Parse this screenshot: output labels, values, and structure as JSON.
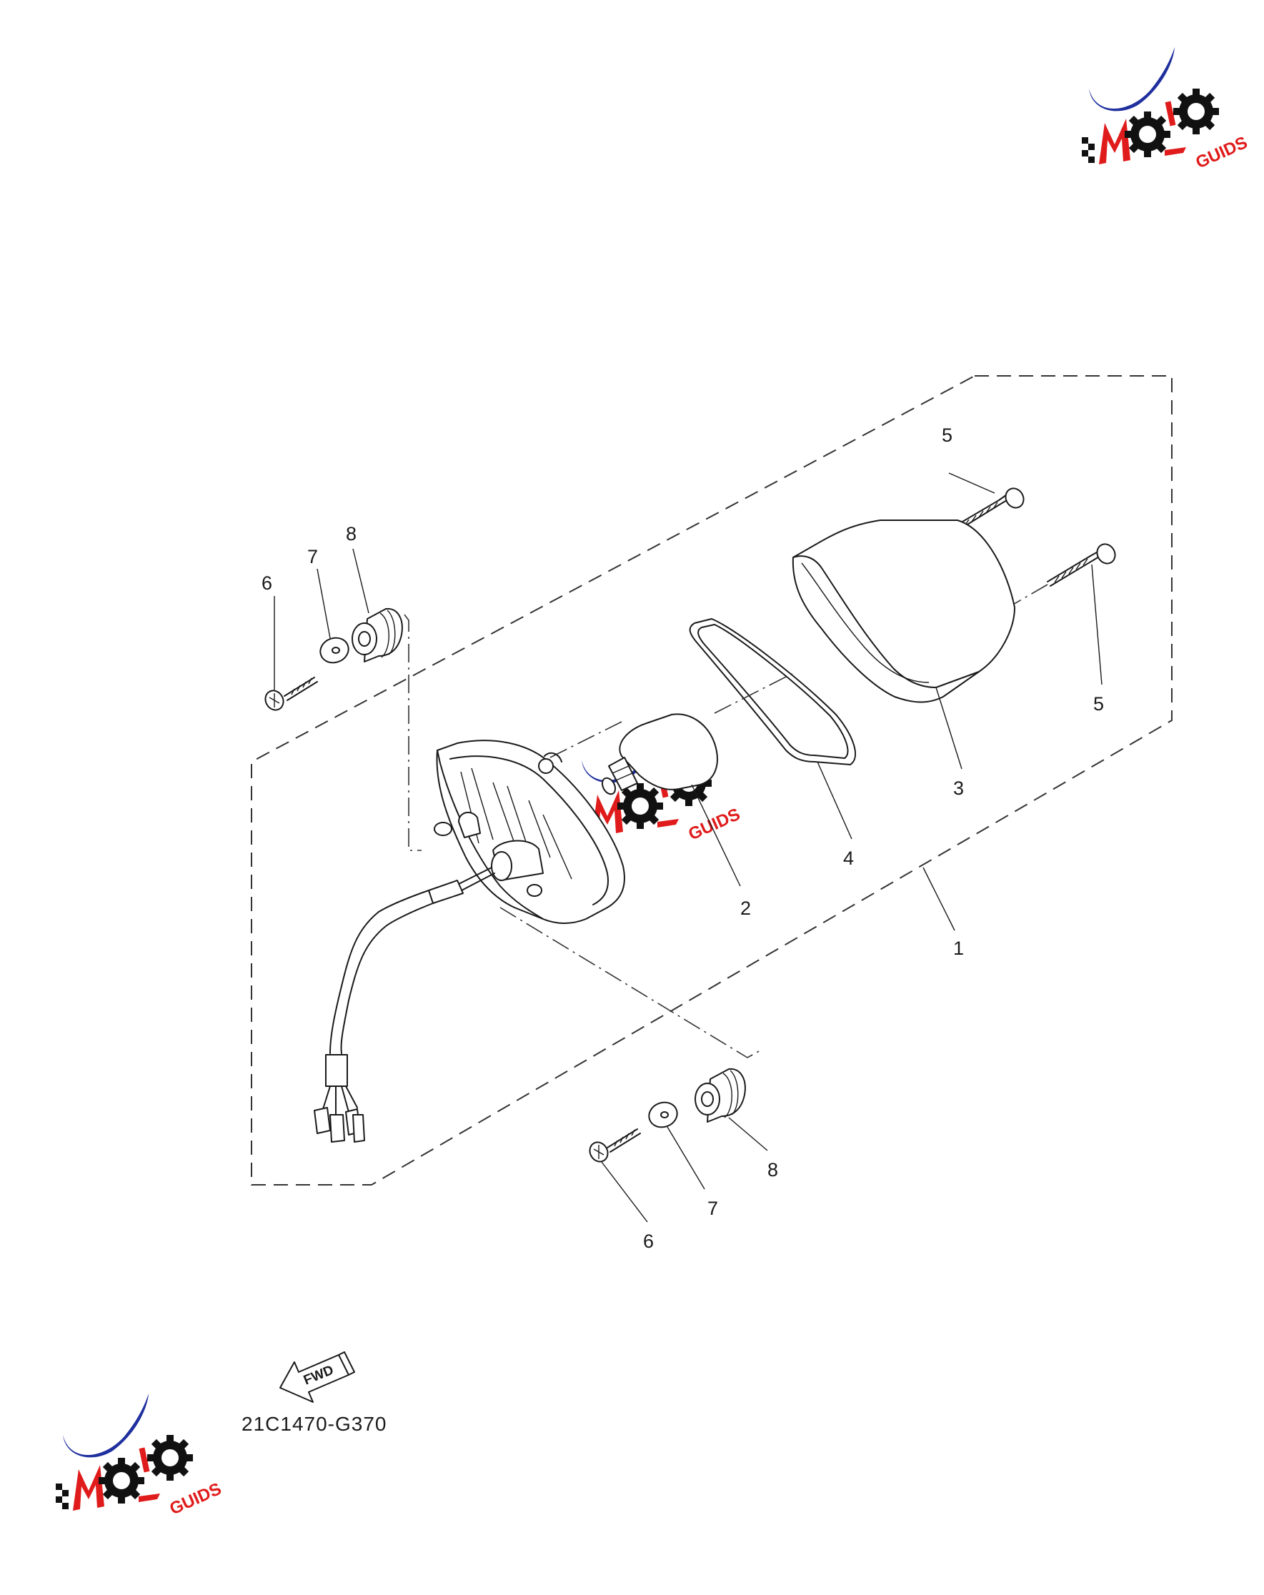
{
  "callouts": [
    "1",
    "2",
    "3",
    "4",
    "5",
    "6",
    "7",
    "8"
  ],
  "diagram_code": "21C1470-G370",
  "fwd_label": "FWD",
  "watermark": {
    "brand_text": "MOTO",
    "sub_text": "GUIDS",
    "colors": {
      "swoosh": "#1f2f9e",
      "letter_red": "#e01b1b",
      "gear": "#111111"
    }
  }
}
